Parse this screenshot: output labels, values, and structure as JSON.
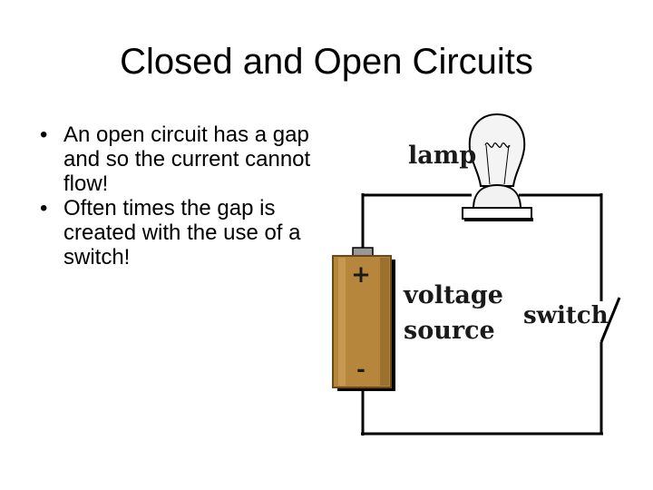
{
  "slide": {
    "title": "Closed and Open Circuits",
    "bullets": [
      "An open circuit has a gap and so the current cannot flow!",
      "Often times the gap is created with the use of a switch!"
    ],
    "bullet_char": "•"
  },
  "diagram": {
    "labels": {
      "lamp": "lamp",
      "voltage": "voltage",
      "source": "source",
      "switch": "switch",
      "plus": "+",
      "minus": "-"
    },
    "colors": {
      "wire": "#000000",
      "battery_body": "#b5863c",
      "battery_dark": "#6b4a18",
      "battery_terminal": "#999999",
      "bulb_glass": "#f4f4f4",
      "bulb_base": "#f2f2f2"
    },
    "icons": [
      "lamp-bulb-icon",
      "battery-icon",
      "open-switch-icon"
    ]
  }
}
